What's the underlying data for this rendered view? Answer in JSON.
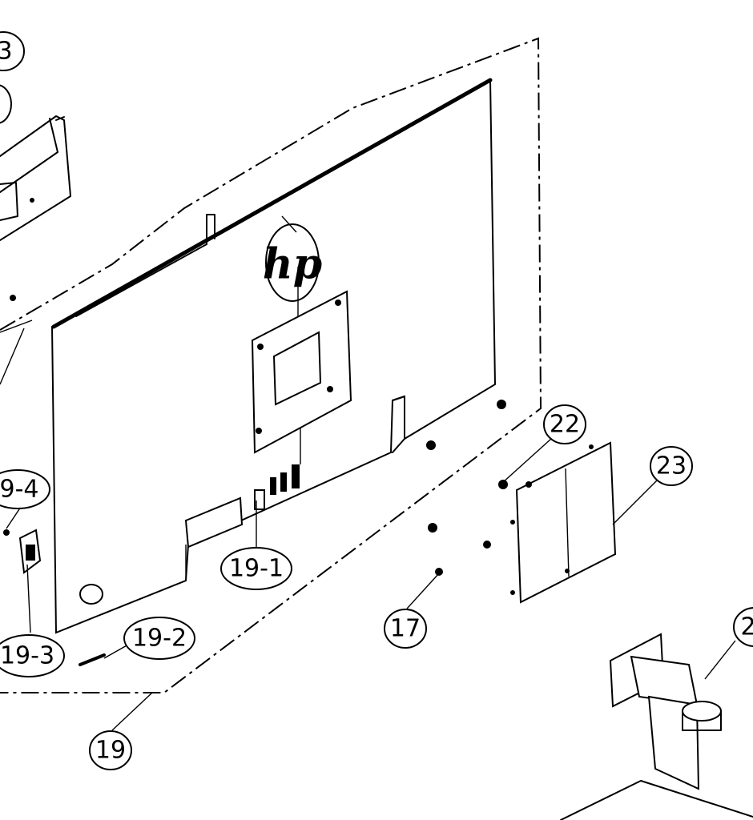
{
  "callouts": {
    "c3": "3",
    "c19_4": "9-4",
    "c19_3": "19-3",
    "c19_2": "19-2",
    "c19_1": "19-1",
    "c19": "19",
    "c17": "17",
    "c22": "22",
    "c23": "23",
    "c2": "2"
  }
}
